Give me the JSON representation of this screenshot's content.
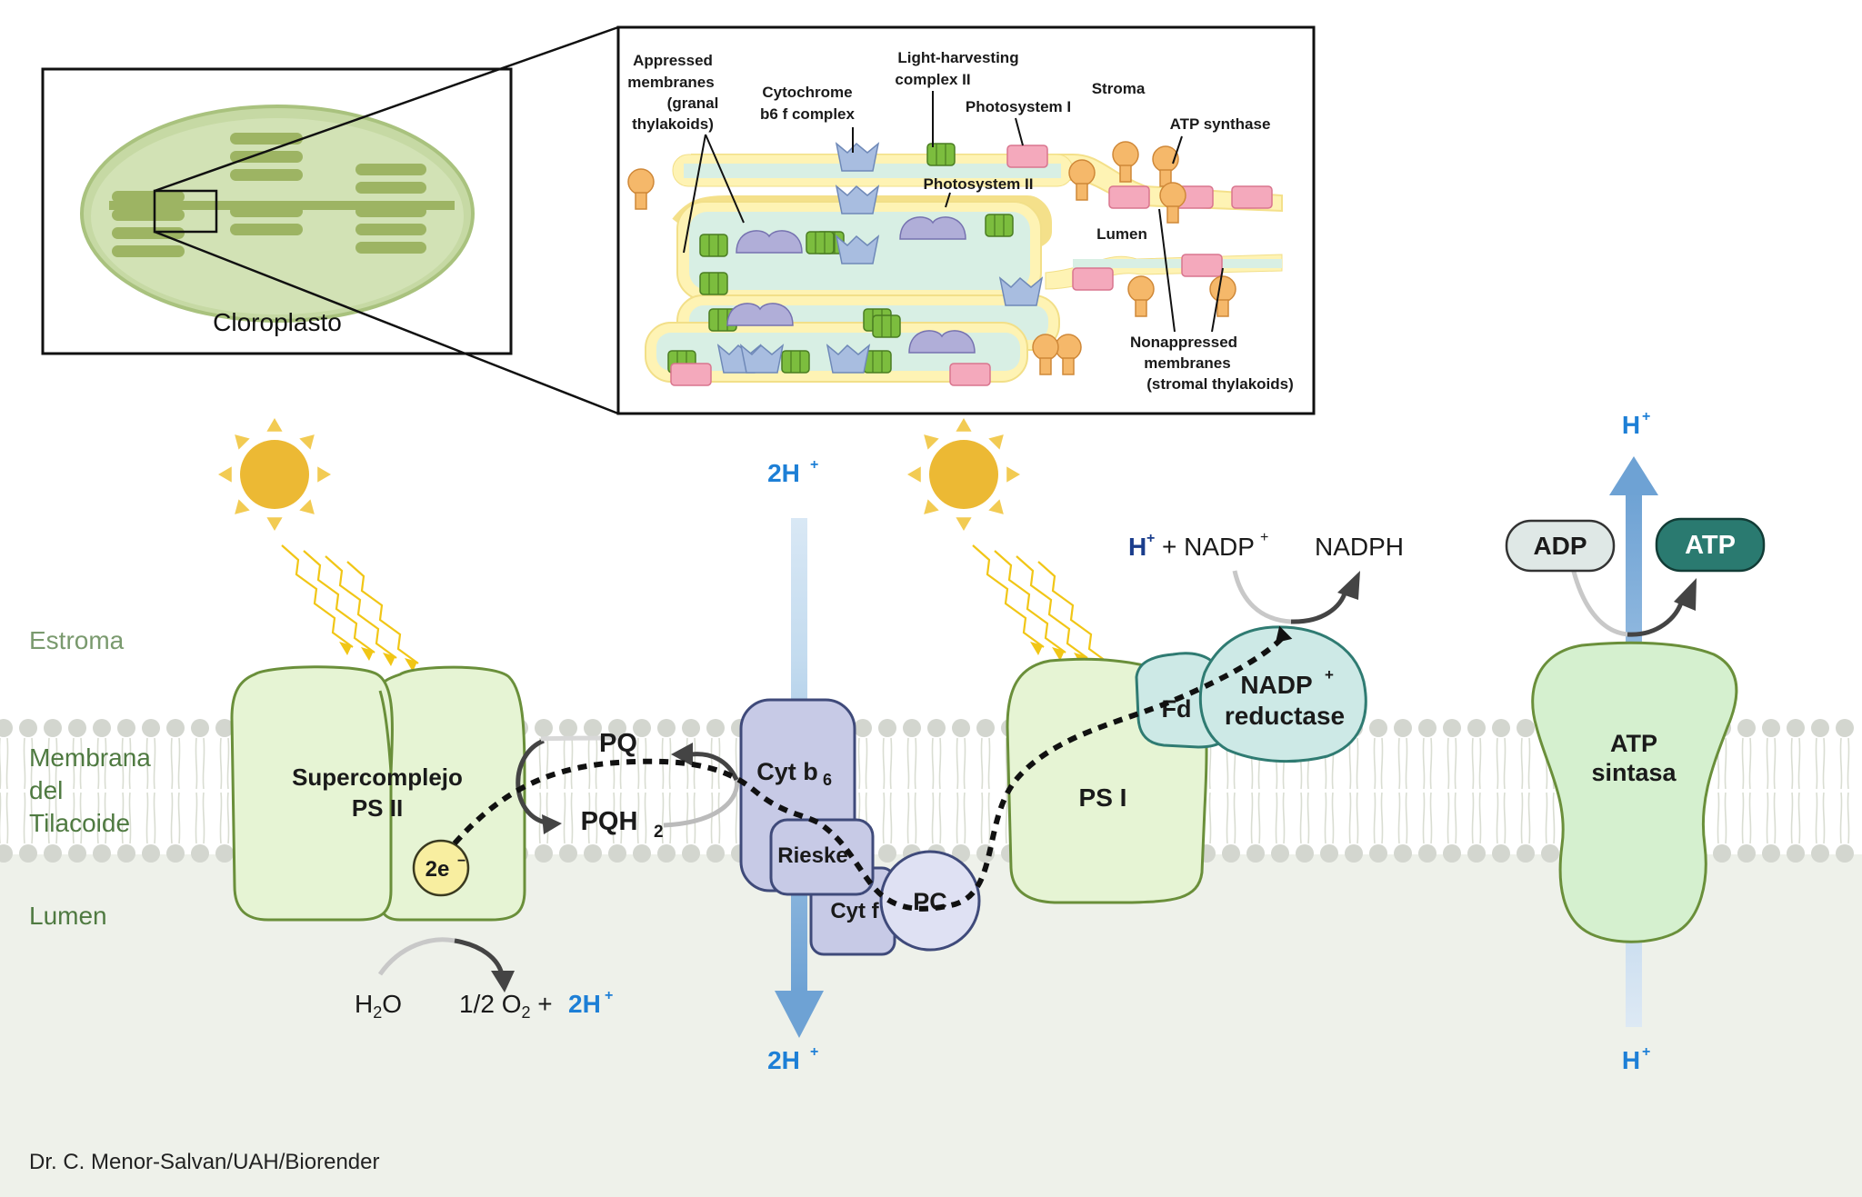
{
  "inset": {
    "chloroplast_label": "Cloroplasto",
    "appressed": [
      "Appressed",
      "membranes",
      "(granal",
      "thylakoids)"
    ],
    "cytochrome": [
      "Cytochrome",
      "b6 f complex"
    ],
    "lhc": [
      "Light-harvesting",
      "complex II"
    ],
    "stroma": "Stroma",
    "photosystem1": "Photosystem I",
    "atp_synthase": "ATP synthase",
    "photosystem2": "Photosystem II",
    "lumen": "Lumen",
    "nonappressed": [
      "Nonappressed",
      "membranes",
      "(stromal thylakoids)"
    ]
  },
  "regions": {
    "stroma": "Estroma",
    "membrane": [
      "Membrana",
      "del",
      "Tilacoide"
    ],
    "lumen": "Lumen"
  },
  "complexes": {
    "ps2": [
      "Supercomplejo",
      "PS II"
    ],
    "electrons": "2e",
    "pq": "PQ",
    "pqh2": "PQH",
    "cytb6": "Cyt b",
    "rieske": "Rieske",
    "cytf": "Cyt f",
    "pc": "PC",
    "ps1": "PS I",
    "fd": "Fd",
    "nadp_reductase": [
      "NADP",
      "reductase"
    ],
    "atp_synthase": [
      "ATP",
      "sintasa"
    ]
  },
  "reactions": {
    "h2o": "H2O",
    "o2": "1/2 O2 +",
    "protons_2h": "2H",
    "protons_h": "H",
    "nadp_input": "+ NADP",
    "nadph": "NADPH",
    "adp": "ADP",
    "atp": "ATP"
  },
  "credit": "Dr. C. Menor-Salvan/UAH/Biorender",
  "colors": {
    "lumen_bg": "#eef1ea",
    "membrane_head": "#d3d6cf",
    "complex_green": "#e6f4d4",
    "complex_stroke": "#6a8f3a",
    "cyt_fill": "#c7cae6",
    "cyt_stroke": "#3f4a7a",
    "teal_fill": "#cde9e6",
    "teal_stroke": "#2f7b72",
    "proton_blue": "#1d7fd6",
    "atp_teal": "#2a7a70",
    "sun": "#ecb934",
    "rays": "#f1c616"
  }
}
